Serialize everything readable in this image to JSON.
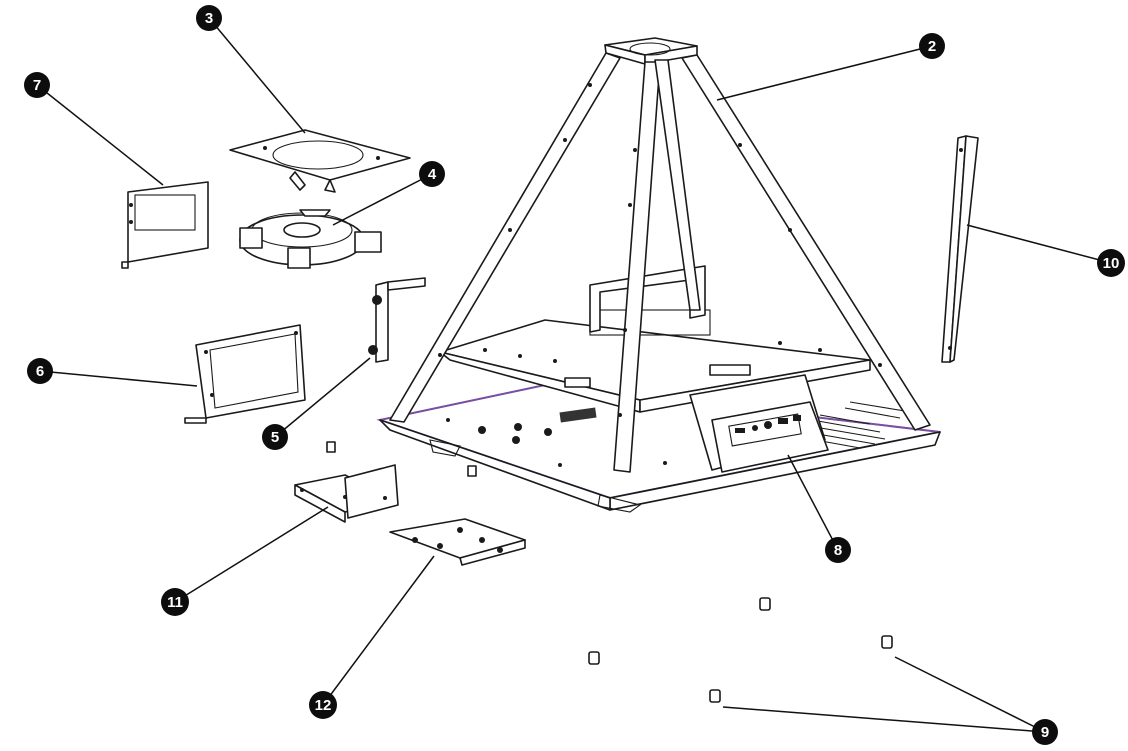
{
  "diagram": {
    "type": "exploded-assembly",
    "accent_color": "#7a4fa3",
    "callouts": [
      {
        "id": "callout-2",
        "label": "2"
      },
      {
        "id": "callout-3",
        "label": "3"
      },
      {
        "id": "callout-4",
        "label": "4"
      },
      {
        "id": "callout-5",
        "label": "5"
      },
      {
        "id": "callout-6",
        "label": "6"
      },
      {
        "id": "callout-7",
        "label": "7"
      },
      {
        "id": "callout-8",
        "label": "8"
      },
      {
        "id": "callout-9",
        "label": "9"
      },
      {
        "id": "callout-10",
        "label": "10"
      },
      {
        "id": "callout-11",
        "label": "11"
      },
      {
        "id": "callout-12",
        "label": "12"
      }
    ]
  }
}
